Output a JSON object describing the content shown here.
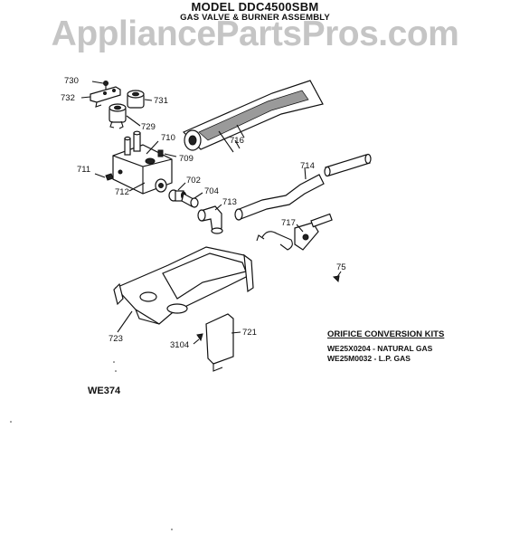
{
  "header": {
    "model": "MODEL DDC4500SBM",
    "subtitle": "GAS VALVE & BURNER ASSEMBLY"
  },
  "watermark": "AppliancePartsPros.com",
  "callouts": {
    "c730": "730",
    "c732": "732",
    "c731": "731",
    "c729": "729",
    "c710": "710",
    "c716": "716",
    "c709": "709",
    "c711": "711",
    "c712": "712",
    "c702": "702",
    "c704": "704",
    "c713": "713",
    "c714": "714",
    "c717": "717",
    "c75": "75",
    "c723": "723",
    "c721": "721",
    "c3104": "3104"
  },
  "orifice_kits": {
    "heading": "ORIFICE CONVERSION KITS",
    "items": [
      {
        "text": "WE25X0204 - NATURAL GAS"
      },
      {
        "text": "WE25M0032 - L.P. GAS"
      }
    ]
  },
  "diagram_id": "WE374"
}
